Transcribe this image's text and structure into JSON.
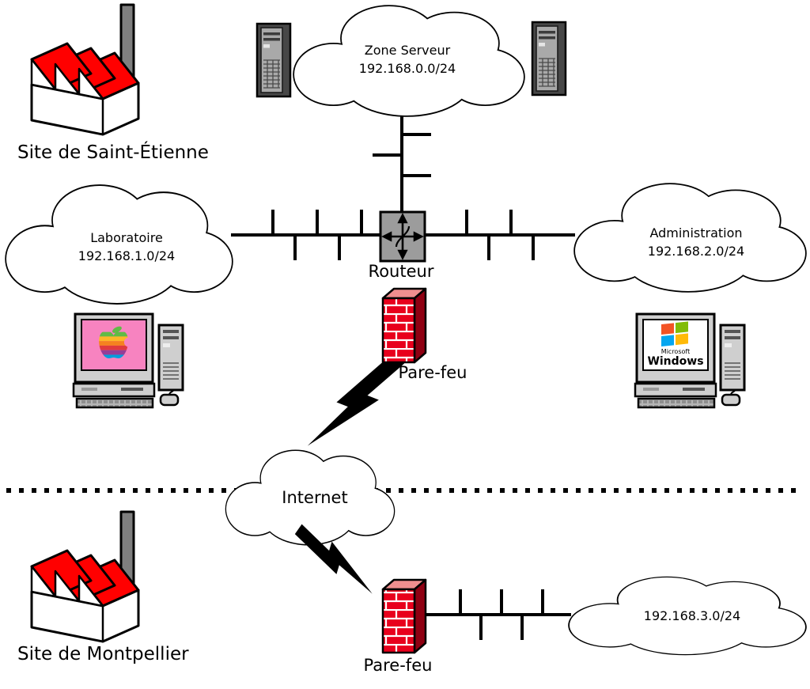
{
  "sites": {
    "saint_etienne": {
      "label": "Site de Saint-Étienne"
    },
    "montpellier": {
      "label": "Site de Montpellier"
    }
  },
  "networks": {
    "zone_serveur": {
      "name": "Zone Serveur",
      "cidr": "192.168.0.0/24"
    },
    "laboratoire": {
      "name": "Laboratoire",
      "cidr": "192.168.1.0/24"
    },
    "administration": {
      "name": "Administration",
      "cidr": "192.168.2.0/24"
    },
    "internet": {
      "name": "Internet"
    },
    "montpellier_lan": {
      "cidr": "192.168.3.0/24"
    }
  },
  "devices": {
    "router": {
      "label": "Routeur"
    },
    "firewall_site1": {
      "label": "Pare-feu"
    },
    "firewall_site2": {
      "label": "Pare-feu"
    }
  },
  "logos": {
    "windows_brand": "Microsoft",
    "windows_product": "Windows"
  },
  "colors": {
    "factory_red": "#ff0000",
    "brick_red": "#e8001c",
    "mac_screen_pink": "#f783c0",
    "router_gray": "#9c9c9c"
  }
}
